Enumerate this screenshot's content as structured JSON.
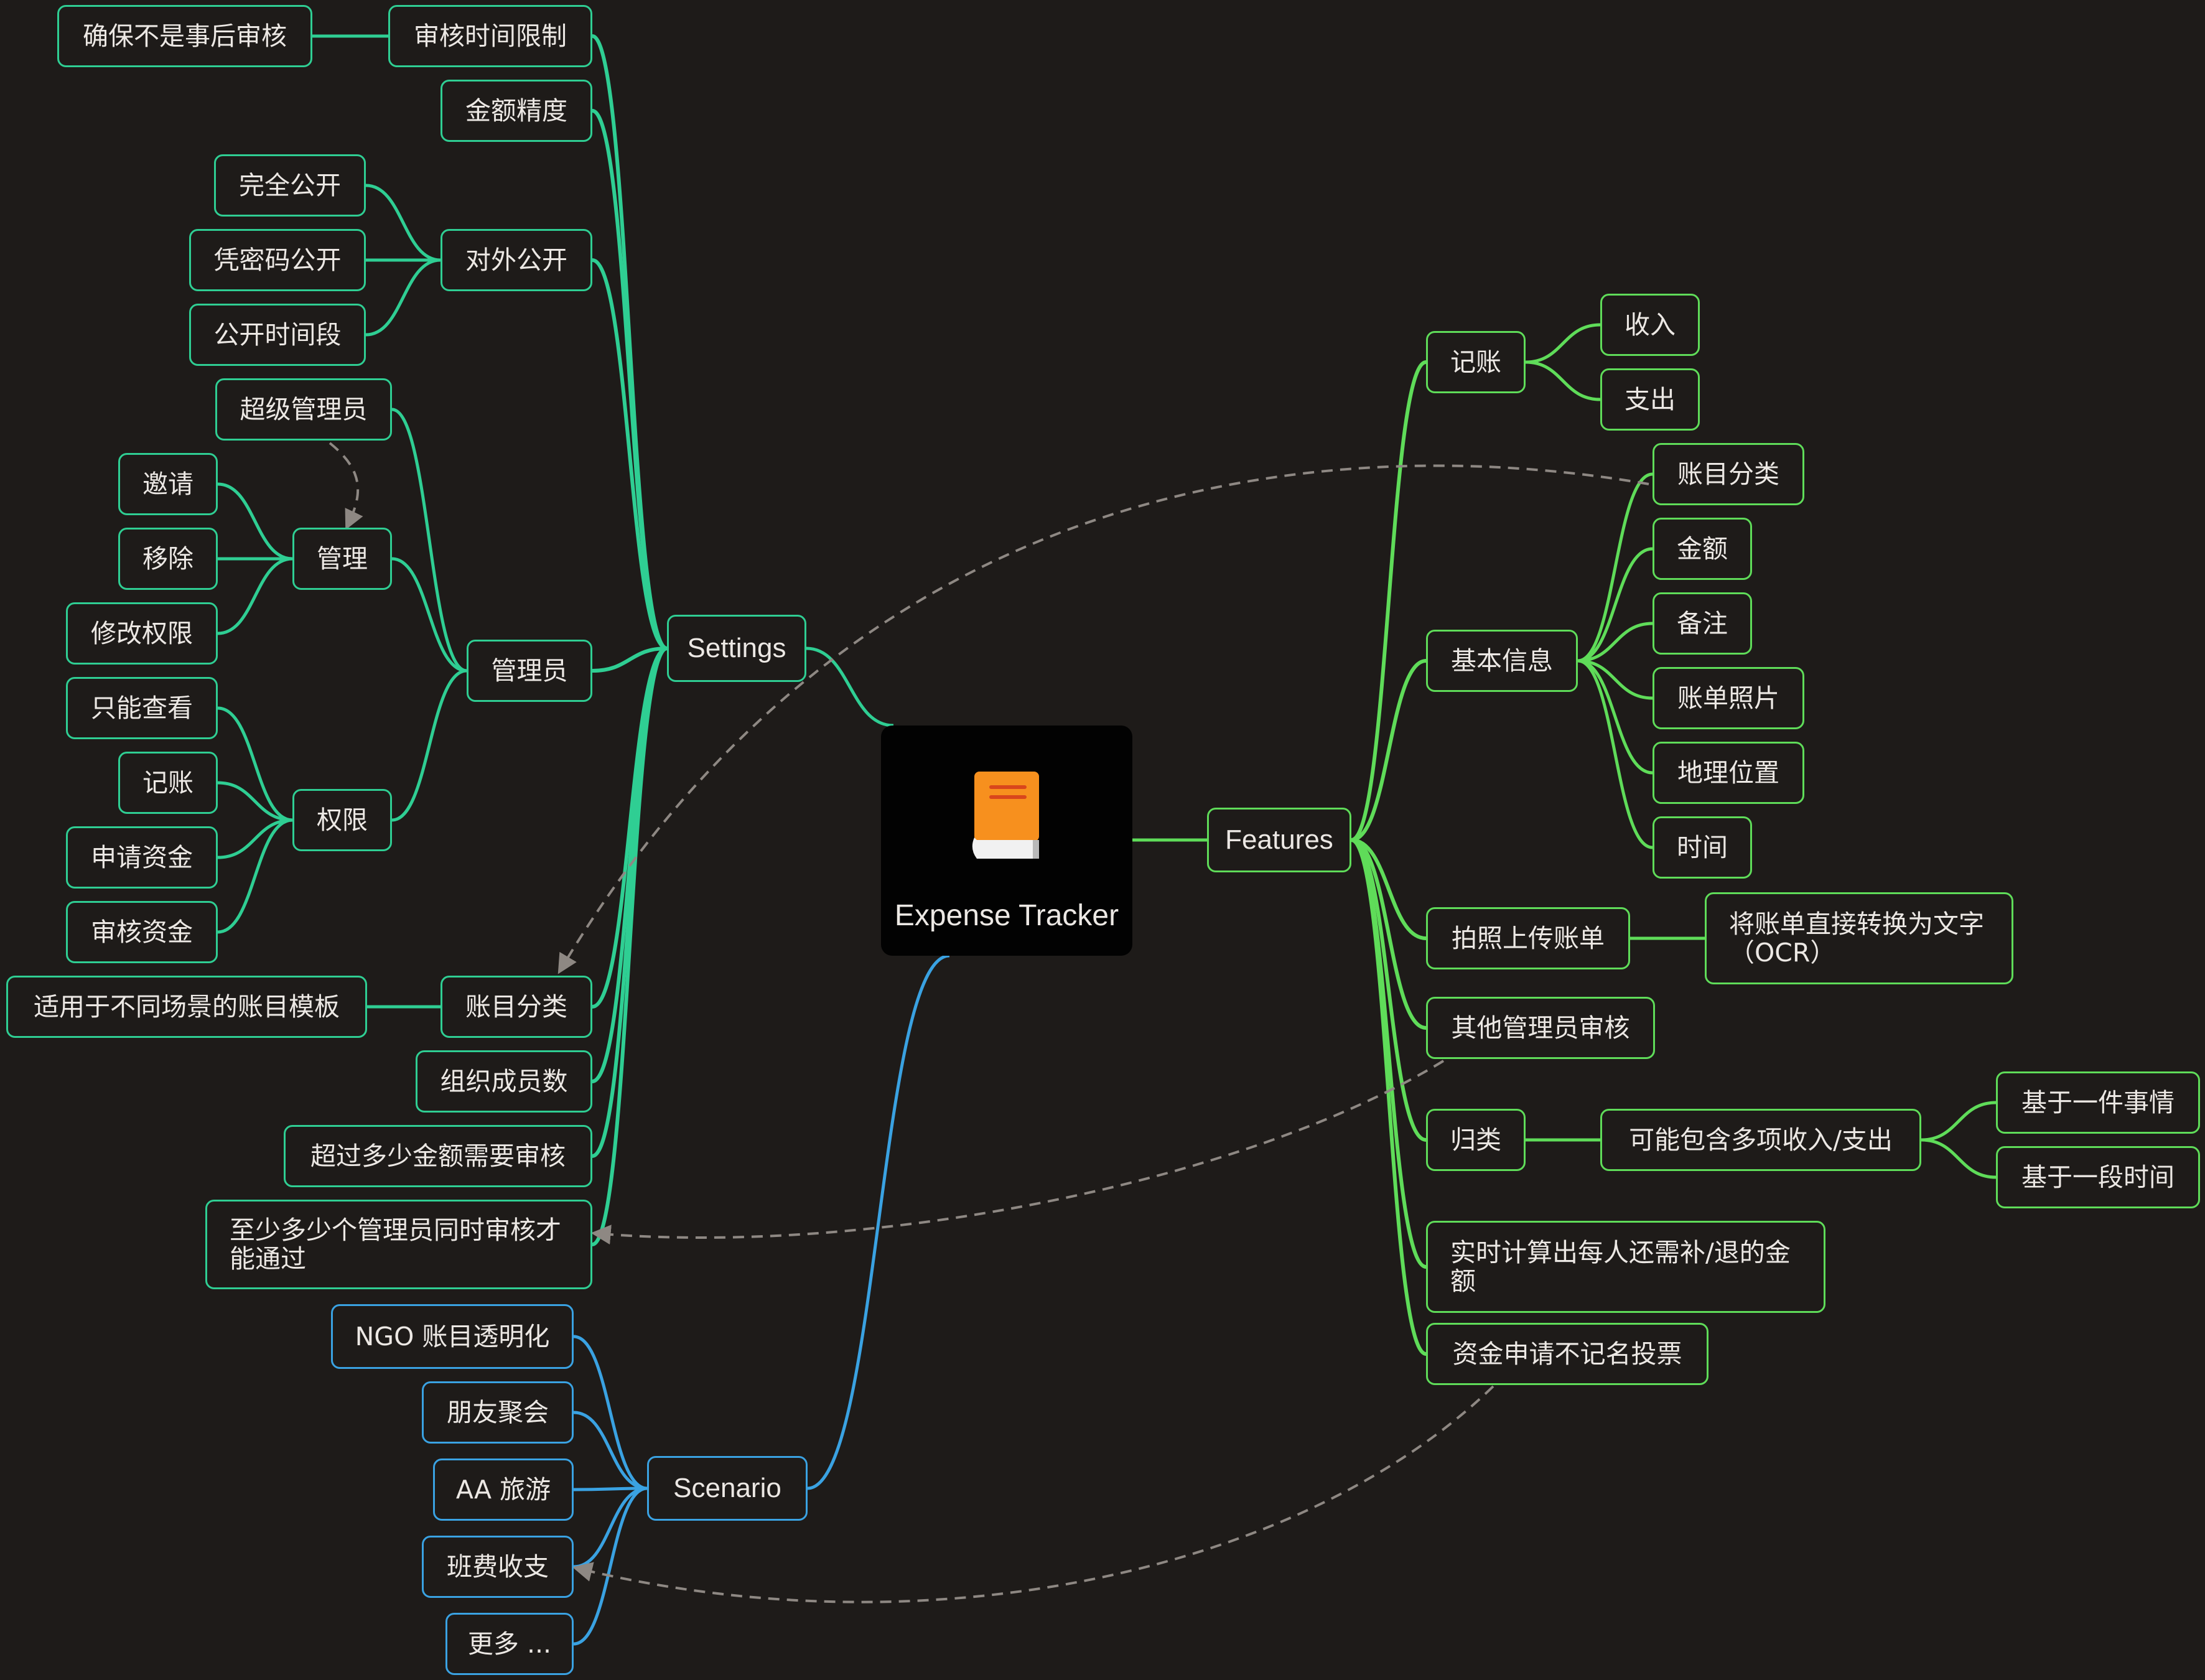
{
  "root": {
    "title": "Expense Tracker",
    "icon": "book-icon"
  },
  "colors": {
    "settings": "#2fce93",
    "features": "#5fdc59",
    "scenario": "#3aa2e2",
    "crosslink": "#8e8883",
    "background": "#1e1b19"
  },
  "settings": {
    "label": "Settings",
    "items": {
      "review_time_limit": "审核时间限制",
      "not_post_review": "确保不是事后审核",
      "amount_precision": "金额精度",
      "public": "对外公开",
      "fully_public": "完全公开",
      "password_public": "凭密码公开",
      "public_period": "公开时间段",
      "admins": "管理员",
      "super_admin": "超级管理员",
      "manage": "管理",
      "invite": "邀请",
      "remove": "移除",
      "modify_permissions": "修改权限",
      "permissions": "权限",
      "view_only": "只能查看",
      "bookkeeping": "记账",
      "request_funds": "申请资金",
      "review_funds": "审核资金",
      "account_categories": "账目分类",
      "category_templates": "适用于不同场景的账目模板",
      "member_count": "组织成员数",
      "review_amount_threshold": "超过多少金额需要审核",
      "min_reviewers": "至少多少个管理员同时审核才能通过"
    }
  },
  "features": {
    "label": "Features",
    "items": {
      "bookkeeping": "记账",
      "income": "收入",
      "expense": "支出",
      "basic_info": "基本信息",
      "category": "账目分类",
      "amount": "金额",
      "note": "备注",
      "bill_photo": "账单照片",
      "location": "地理位置",
      "time": "时间",
      "photo_upload": "拍照上传账单",
      "ocr": "将账单直接转换为文字（OCR）",
      "other_admin_review": "其他管理员审核",
      "grouping": "归类",
      "multi_items": "可能包含多项收入/支出",
      "per_event": "基于一件事情",
      "per_period": "基于一段时间",
      "realtime_calc": "实时计算出每人还需补/退的金额",
      "anonymous_vote": "资金申请不记名投票"
    }
  },
  "scenario": {
    "label": "Scenario",
    "items": {
      "ngo": "NGO 账目透明化",
      "friends": "朋友聚会",
      "aa_travel": "AA 旅游",
      "class_fund": "班费收支",
      "more": "更多 ..."
    }
  }
}
